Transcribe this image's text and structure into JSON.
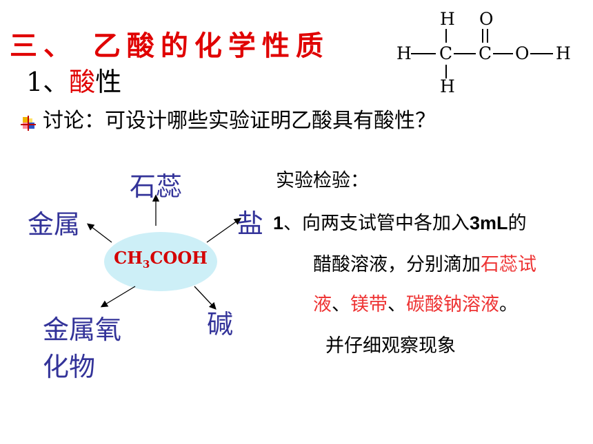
{
  "title": "三、 乙酸的化学性质",
  "subtitle": {
    "number": "1、",
    "highlight": "酸",
    "rest": "性"
  },
  "discussion": "讨论：可设计哪些实验证明乙酸具有酸性？",
  "structural_formula": {
    "top_h": "H",
    "top_o": "O",
    "left_h": "H",
    "c1": "C",
    "c2": "C",
    "o": "O",
    "right_h": "H",
    "bottom_h": "H",
    "dash": "—"
  },
  "diagram": {
    "center": {
      "ch": "CH",
      "sub": "3",
      "cooh": "COOH"
    },
    "nodes": {
      "litmus": "石蕊",
      "metal": "金属",
      "salt": "盐",
      "oxide_line1": "金属氧",
      "oxide_line2": "化物",
      "base": "碱"
    }
  },
  "experiment": {
    "heading": "实验检验：",
    "step_number": "1",
    "step_sep": "、",
    "line1_pre": "向两支试管中各加入",
    "line1_amount": "3mL",
    "line1_post": "的",
    "line2_pre": "醋酸溶液，分别滴加",
    "line2_red": "石蕊试",
    "line3_red1": "液",
    "line3_sep1": "、",
    "line3_red2": "镁带",
    "line3_sep2": "、",
    "line3_red3": "碳酸钠溶液",
    "line3_end": "。",
    "line4": "并仔细观察现象"
  }
}
